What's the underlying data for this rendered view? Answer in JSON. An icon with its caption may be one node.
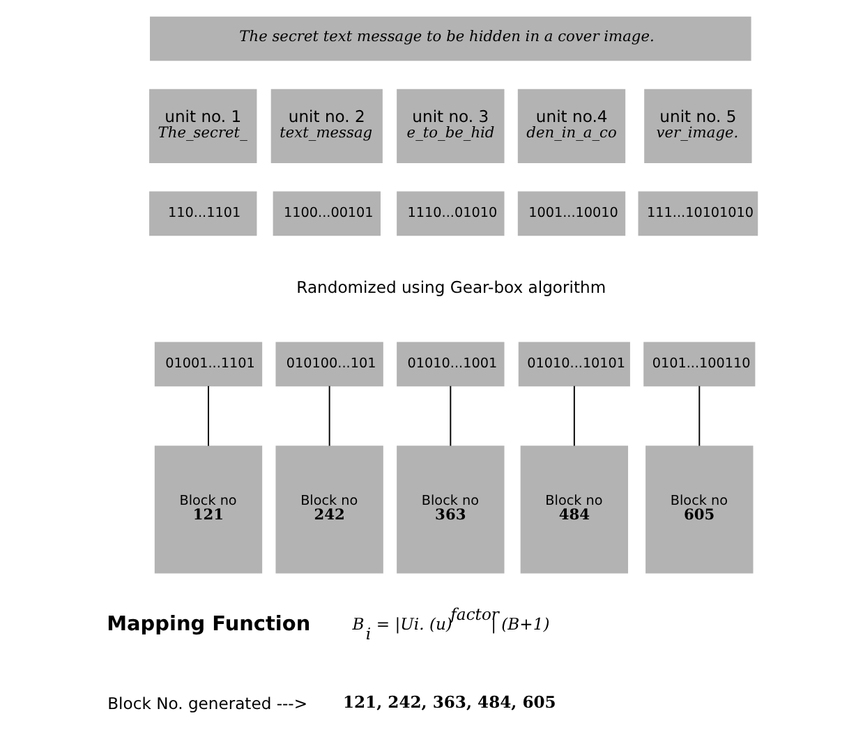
{
  "diagram": {
    "nodes": [
      {
        "text": [
          "The secret text message to be hidden in a cover image."
        ]
      },
      {
        "text": [
          "unit no. 1",
          "The_secret_"
        ]
      },
      {
        "text": [
          "unit no. 2",
          "text_messag"
        ]
      },
      {
        "text": [
          "unit no. 3",
          "e_to_be_hid"
        ]
      },
      {
        "text": [
          "unit no.4",
          "den_in_a_co"
        ]
      },
      {
        "text": [
          "unit no. 5",
          "ver_image."
        ]
      },
      {
        "text": [
          "110...1101"
        ]
      },
      {
        "text": [
          "1100...00101"
        ]
      },
      {
        "text": [
          "1110...01010"
        ]
      },
      {
        "text": [
          "1001...10010"
        ]
      },
      {
        "text": [
          "111...10101010"
        ]
      },
      {
        "text": [
          "01001...1101"
        ]
      },
      {
        "text": [
          "010100...101"
        ]
      },
      {
        "text": [
          "01010...1001"
        ]
      },
      {
        "text": [
          "01010...10101"
        ]
      },
      {
        "text": [
          "0101...100110"
        ]
      },
      {
        "text": [
          "Block no",
          "121"
        ]
      },
      {
        "text": [
          "Block no",
          "242"
        ]
      },
      {
        "text": [
          "Block no",
          "363"
        ]
      },
      {
        "text": [
          "Block no",
          "484"
        ]
      },
      {
        "text": [
          "Block no",
          "605"
        ]
      }
    ],
    "edges": [
      {
        "from": 11,
        "to": 16,
        "arrow": "none"
      },
      {
        "from": 12,
        "to": 17,
        "arrow": "none"
      },
      {
        "from": 13,
        "to": 18,
        "arrow": "none"
      },
      {
        "from": 14,
        "to": 19,
        "arrow": "none"
      },
      {
        "from": 15,
        "to": 20,
        "arrow": "none"
      }
    ],
    "labels": [
      "Randomized using Gear-box algorithm",
      "Mapping Function",
      "B$_{i}$ = |Ui. (u)$^{factor}$| (B+1)",
      "Block No. generated --->",
      "121, 242, 363, 484, 605"
    ]
  }
}
